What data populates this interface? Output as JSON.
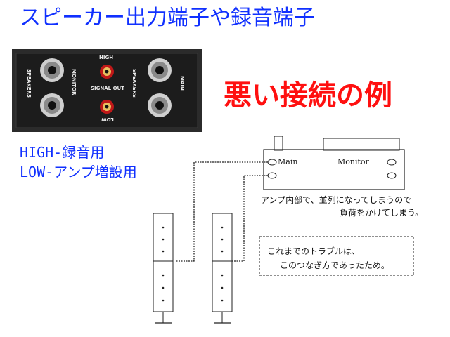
{
  "title": "スピーカー出力端子や録音端子",
  "panel": {
    "high_label": "HIGH",
    "signal_out_label": "SIGNAL OUT",
    "low_label": "LOW",
    "speakers_left_label": "SPEAKERS",
    "monitor_label": "MONITOR",
    "speakers_right_label": "SPEAKERS",
    "main_label": "MAIN"
  },
  "bad_example_label": "悪い接続の例",
  "legend": {
    "high_line": "HIGH-録音用",
    "low_line": "LOW-アンプ増設用"
  },
  "amp_unit": {
    "main_label": "Main",
    "monitor_label": "Monitor"
  },
  "explanation": {
    "line1": "アンプ内部で、並列になってしまうので",
    "line2": "負荷をかけてしまう。"
  },
  "note_box": {
    "line1": "これまでのトラブルは、",
    "line2": "このつなぎ方であったため。"
  },
  "colors": {
    "title": "#1030ff",
    "bad_example": "#ff1010",
    "panel_bg": "#2a2a2a",
    "rca_red": "#c01818"
  }
}
